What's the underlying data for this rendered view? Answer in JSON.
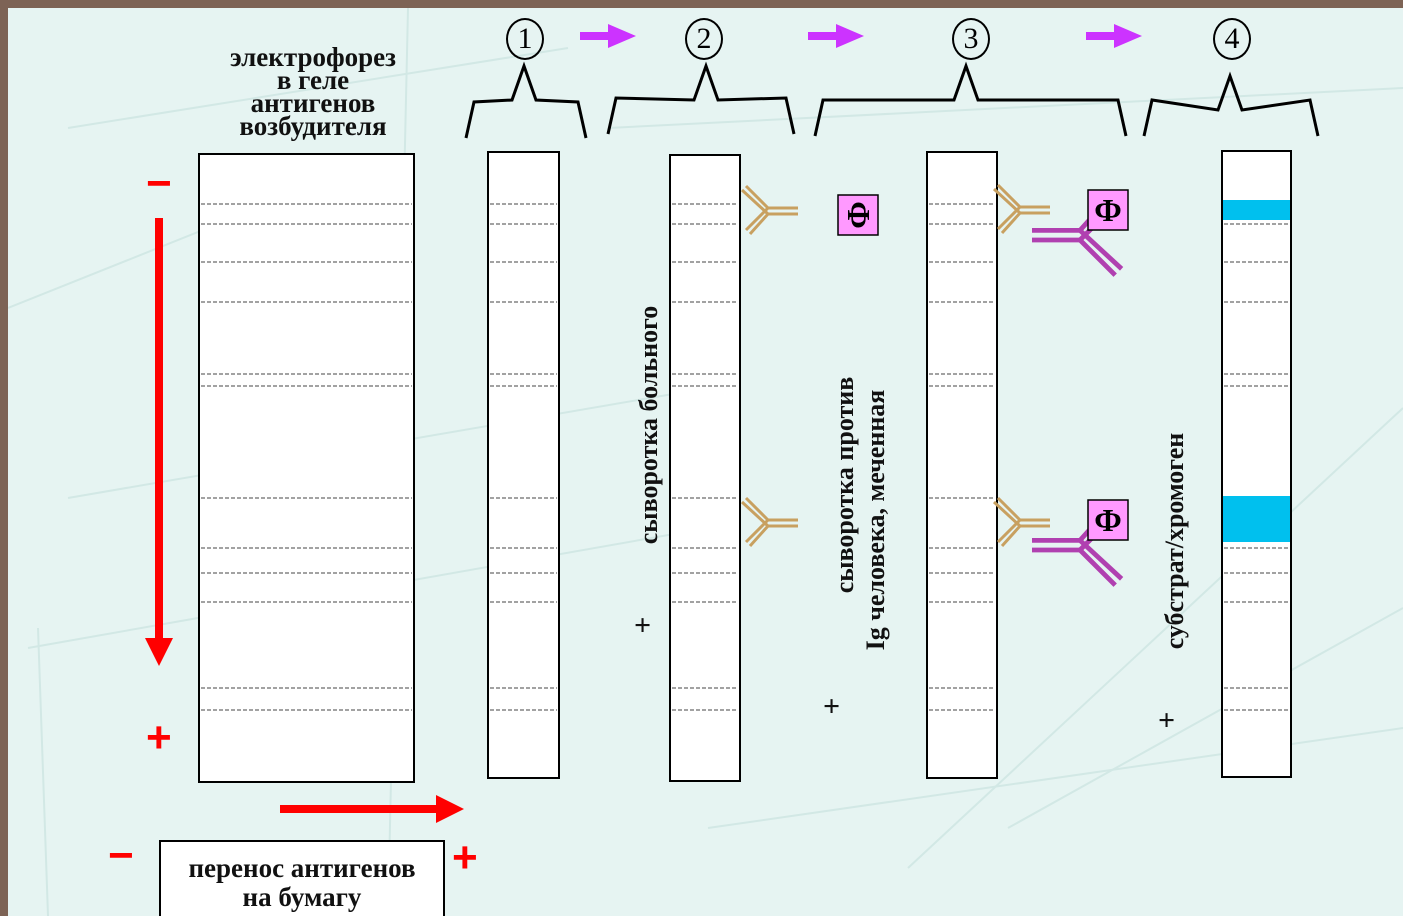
{
  "gel_title": [
    "электрофорез",
    "в геле",
    "антигенов",
    "возбудителя"
  ],
  "steps": [
    {
      "number": "1"
    },
    {
      "number": "2"
    },
    {
      "number": "3"
    },
    {
      "number": "4"
    }
  ],
  "step2_label": "сыворотка больного",
  "step3_label_line1": "сыворотка против",
  "step3_label_line2": "Ig человека, меченная",
  "step4_label": "субстрат/хромоген",
  "plus_sign": "+",
  "minus_sign": "−",
  "enzyme_label": "Ф",
  "transfer_box": [
    "перенос антигенов",
    "на бумагу"
  ],
  "colors": {
    "background": "#e6f4f2",
    "frame": "#7d6355",
    "arrow_red": "#ff0000",
    "step_arrow": "#cc33ff",
    "antibody_patient": "#c8a060",
    "antibody_labeled": "#b040b0",
    "enzyme_fill": "#ff99ff",
    "positive_band": "#00c0ee"
  }
}
